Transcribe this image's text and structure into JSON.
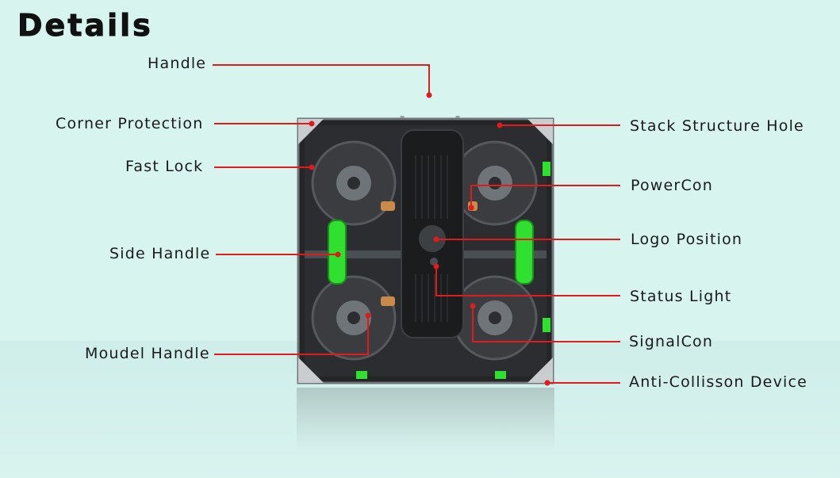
{
  "title": "Details",
  "labels": {
    "handle": "Handle",
    "corner_protection": "Corner Protection",
    "fast_lock": "Fast Lock",
    "side_handle": "Side Handle",
    "moudel_handle": "Moudel Handle",
    "stack_structure_hole": "Stack Structure Hole",
    "powercon": "PowerCon",
    "logo_position": "Logo Position",
    "status_light": "Status Light",
    "signalcon": "SignalCon",
    "anti_collisson_device": "Anti-Collisson Device"
  },
  "colors": {
    "background": "#d7f4ef",
    "leader_line": "#e01b1b",
    "handle_green": "#2fe02f",
    "cabinet_dark": "#1e1f21"
  }
}
